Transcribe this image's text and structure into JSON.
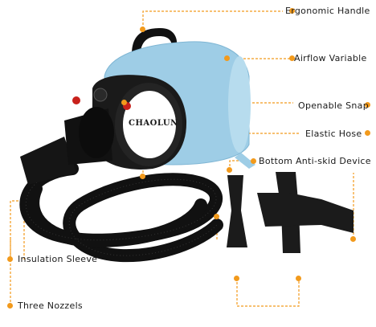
{
  "brand": "CHAOLUN",
  "accent_color": "#f29a1c",
  "body_color": "#9ecde6",
  "features": [
    {
      "id": "handle",
      "label": "Ergonomic Handle"
    },
    {
      "id": "airflow",
      "label": "Airflow Variable"
    },
    {
      "id": "snap",
      "label": "Openable Snap"
    },
    {
      "id": "hose",
      "label": "Elastic Hose"
    },
    {
      "id": "antiskid",
      "label": "Bottom Anti-skid Device"
    },
    {
      "id": "sleeve",
      "label": "Insulation Sleeve"
    },
    {
      "id": "nozzels",
      "label": "Three Nozzels"
    }
  ]
}
